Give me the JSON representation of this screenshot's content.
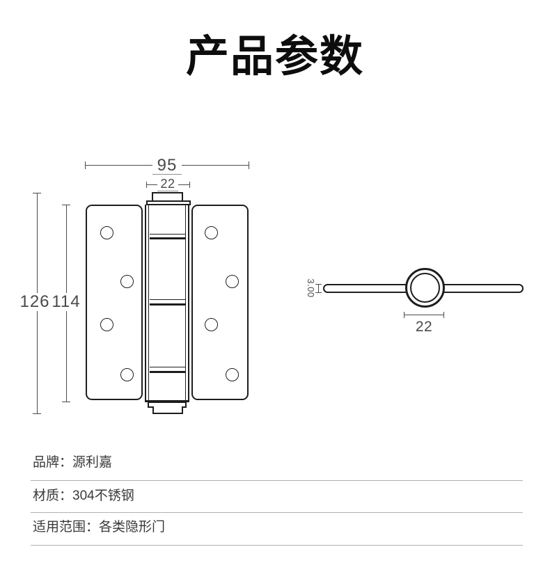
{
  "title": "产品参数",
  "diagram": {
    "front_view": {
      "width_mm": "95",
      "knuckle_width_mm": "22",
      "overall_height_mm": "126",
      "leaf_height_mm": "114"
    },
    "side_view": {
      "leaf_thickness_mm": "3.00",
      "barrel_width_mm": "22"
    }
  },
  "specs": [
    {
      "label": "品牌：",
      "value": "源利嘉"
    },
    {
      "label": "材质：",
      "value": "304不锈钢"
    },
    {
      "label": "适用范围：",
      "value": "各类隐形门"
    }
  ]
}
